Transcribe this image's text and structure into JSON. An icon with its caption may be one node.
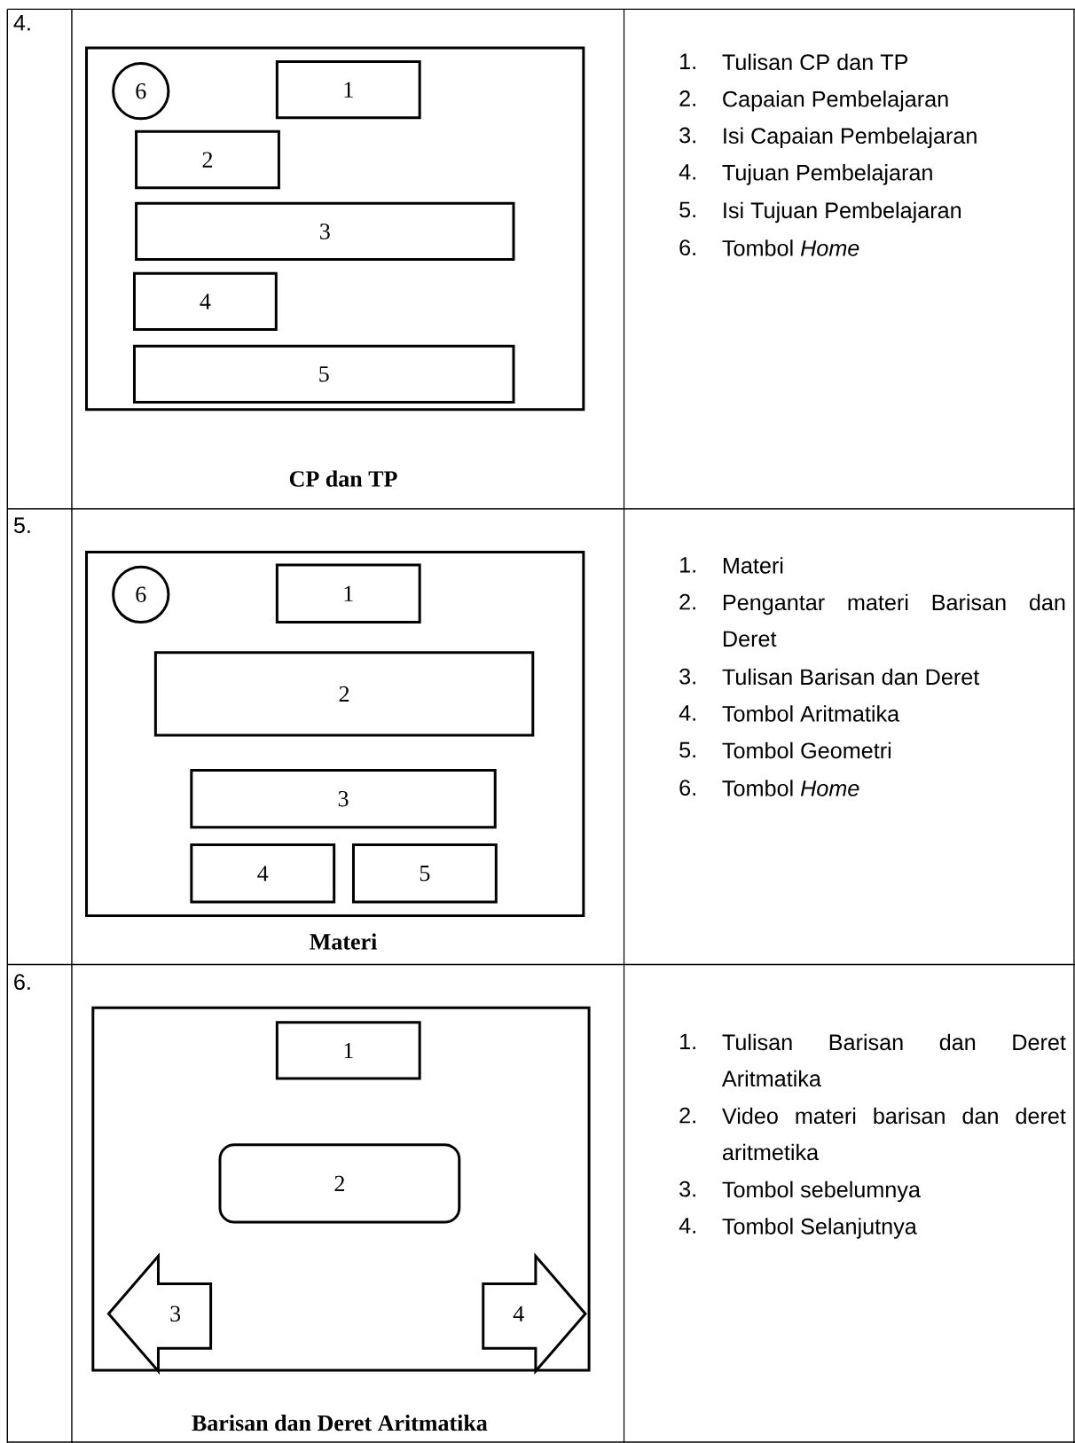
{
  "diagram": {
    "nodes": [
      {
        "text": [
          "CP dan TP"
        ]
      },
      {
        "text": [
          "6"
        ],
        "in": 0
      },
      {
        "text": [
          "1"
        ],
        "in": 0
      },
      {
        "text": [
          "2"
        ],
        "in": 0
      },
      {
        "text": [
          "3"
        ],
        "in": 0
      },
      {
        "text": [
          "4"
        ],
        "in": 0
      },
      {
        "text": [
          "5"
        ],
        "in": 0
      },
      {
        "text": [
          "Materi"
        ]
      },
      {
        "text": [
          "6"
        ],
        "in": 7
      },
      {
        "text": [
          "1"
        ],
        "in": 7
      },
      {
        "text": [
          "2"
        ],
        "in": 7
      },
      {
        "text": [
          "3"
        ],
        "in": 7
      },
      {
        "text": [
          "4"
        ],
        "in": 7
      },
      {
        "text": [
          "5"
        ],
        "in": 7
      },
      {
        "text": [
          "Barisan dan Deret Aritmatika"
        ]
      },
      {
        "text": [
          "1"
        ],
        "in": 14
      },
      {
        "text": [
          "2"
        ],
        "in": 14
      },
      {
        "text": [
          "3"
        ],
        "in": 14
      },
      {
        "text": [
          "4"
        ],
        "in": 14
      }
    ],
    "edges": [],
    "labels": [
      "4.",
      "1.",
      "Tulisan CP dan TP",
      "2.",
      "Capaian Pembelajaran",
      "3.",
      "Isi Capaian Pembelajaran",
      "4.",
      "Tujuan Pembelajaran",
      "5.",
      "Isi Tujuan Pembelajaran",
      "6.",
      "Tombol *Home*",
      "5.",
      "1.",
      "Materi",
      "2.",
      "Pengantar materi Barisan dan Deret",
      "3.",
      "Tulisan Barisan dan Deret",
      "4.",
      "Tombol Aritmatika",
      "5.",
      "Tombol Geometri",
      "6.",
      "Tombol *Home*",
      "6.",
      "1.",
      "Tulisan Barisan dan Deret Aritmatika",
      "2.",
      "Video materi barisan dan deret aritmetika",
      "3.",
      "Tombol sebelumnya",
      "4.",
      "Tombol Selanjutnya"
    ]
  }
}
